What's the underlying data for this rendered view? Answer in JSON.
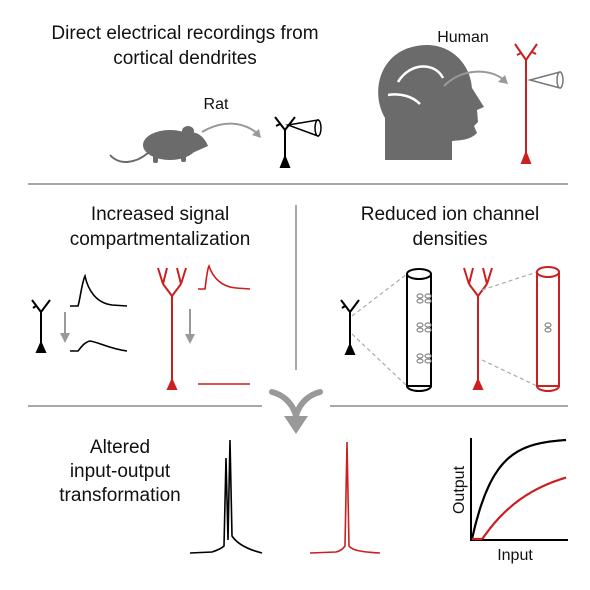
{
  "header": {
    "title_line1": "Direct electrical recordings from",
    "title_line2": "cortical dendrites",
    "rat_label": "Rat",
    "human_label": "Human"
  },
  "middle_left": {
    "title_line1": "Increased signal",
    "title_line2": "compartmentalization"
  },
  "middle_right": {
    "title_line1": "Reduced ion channel",
    "title_line2": "densities"
  },
  "bottom": {
    "title_line1": "Altered",
    "title_line2": "input-output",
    "title_line3": "transformation",
    "xlabel": "Input",
    "ylabel": "Output"
  },
  "colors": {
    "rat": "#000000",
    "human": "#cc1f1f",
    "silhouette": "#6b6b6b",
    "divider": "#a8a8a8",
    "arrow": "#999999"
  }
}
